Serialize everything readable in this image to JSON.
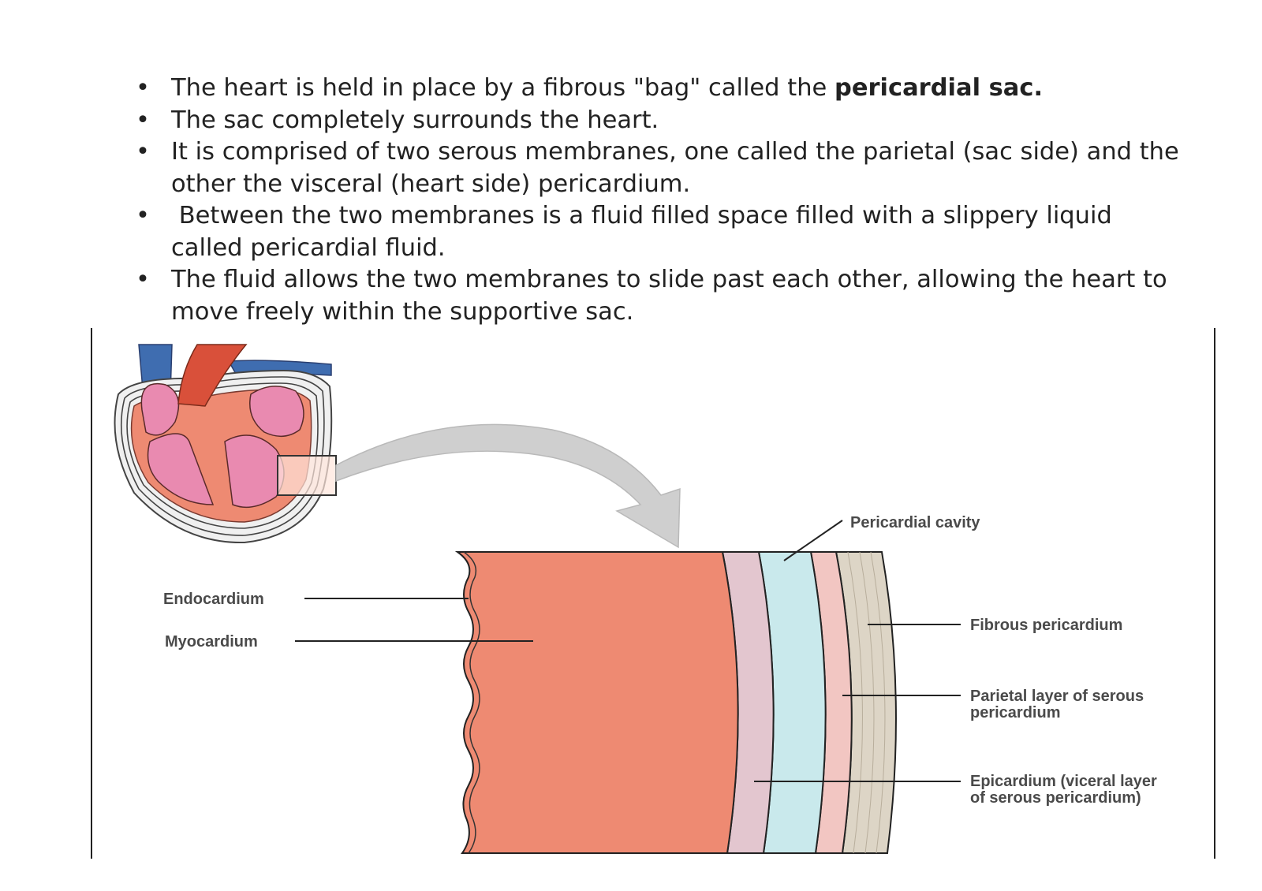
{
  "bullets": [
    {
      "text": "The heart is held in place by a fibrous \"bag\" called the ",
      "bold": "pericardial sac."
    },
    {
      "text": "The sac completely surrounds the heart.",
      "bold": ""
    },
    {
      "text": "It is comprised of two serous membranes, one called the parietal (sac side) and the other the visceral (heart side) pericardium.",
      "bold": ""
    },
    {
      "text": " Between the two membranes is a fluid filled space filled with a slippery liquid called pericardial fluid.",
      "bold": ""
    },
    {
      "text": "The fluid allows the two membranes to slide past each other, allowing the heart to move freely within the supportive sac.",
      "bold": ""
    }
  ],
  "bullet_glyph": "•",
  "labels": {
    "pericardial_cavity": "Pericardial cavity",
    "endocardium": "Endocardium",
    "myocardium": "Myocardium",
    "fibrous_pericardium": "Fibrous pericardium",
    "parietal_line1": "Parietal layer of serous",
    "parietal_line2": "pericardium",
    "epicardium_line1": "Epicardium (viceral layer",
    "epicardium_line2": "of serous pericardium)"
  },
  "colors": {
    "myocardium": "#ee8a72",
    "fibrous": "#ddd5c6",
    "parietal": "#f2c6c2",
    "cavity": "#c9e9ec",
    "epicardium": "#e3c6cf",
    "heart_chamber": "#e98ab0",
    "aorta": "#d9503a",
    "vein": "#3f6db0",
    "arrow": "#cfcfcf"
  }
}
